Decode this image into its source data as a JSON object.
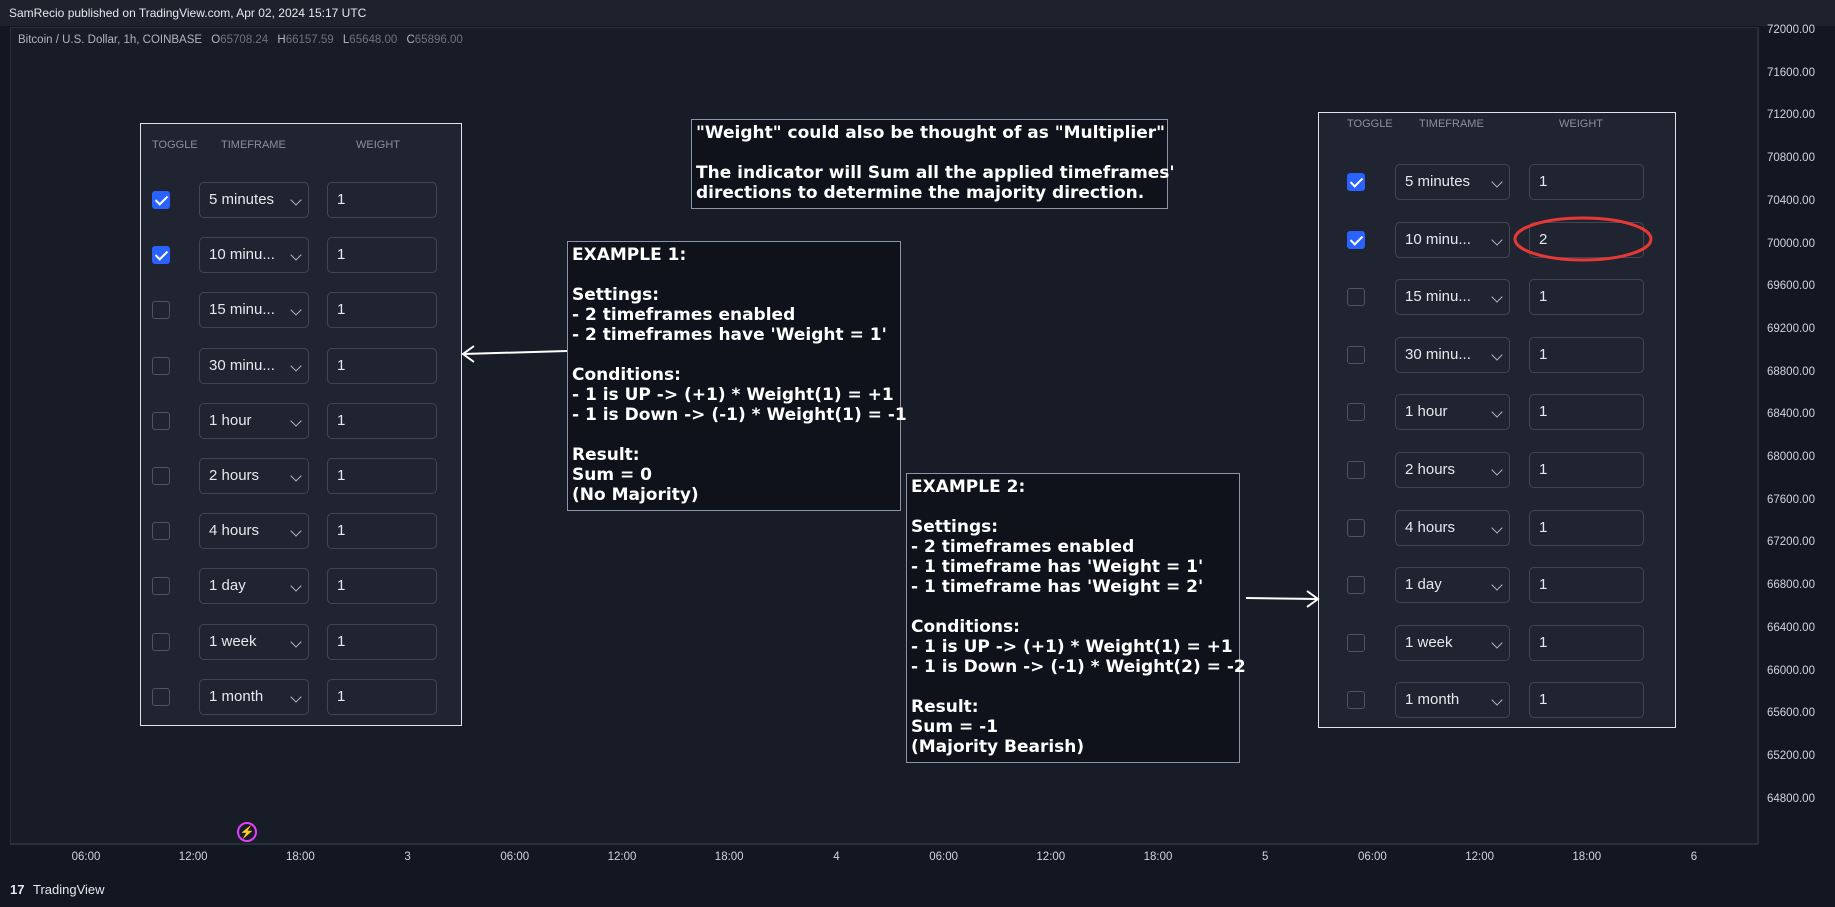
{
  "topbar": {
    "published": "SamRecio published on TradingView.com, Apr 02, 2024 15:17 UTC"
  },
  "symbol": {
    "name": "Bitcoin / U.S. Dollar, 1h, COINBASE",
    "open_label": "O",
    "open": "65708.24",
    "high_label": "H",
    "high": "66157.59",
    "low_label": "L",
    "low": "65648.00",
    "close_label": "C",
    "close": "65896.00"
  },
  "price_ticks": [
    "72000.00",
    "71600.00",
    "71200.00",
    "70800.00",
    "70400.00",
    "70000.00",
    "69600.00",
    "69200.00",
    "68800.00",
    "68400.00",
    "68000.00",
    "67600.00",
    "67200.00",
    "66800.00",
    "66400.00",
    "66000.00",
    "65600.00",
    "65200.00",
    "64800.00"
  ],
  "time_ticks": [
    "06:00",
    "12:00",
    "18:00",
    "3",
    "06:00",
    "12:00",
    "18:00",
    "4",
    "06:00",
    "12:00",
    "18:00",
    "5",
    "06:00",
    "12:00",
    "18:00",
    "6"
  ],
  "footer": {
    "brand": "TradingView",
    "logo": "17"
  },
  "left_panel": {
    "headers": {
      "toggle": "TOGGLE",
      "timeframe": "TIMEFRAME",
      "weight": "WEIGHT"
    },
    "rows": [
      {
        "checked": true,
        "timeframe": "5 minutes",
        "weight": "1"
      },
      {
        "checked": true,
        "timeframe": "10 minu...",
        "weight": "1"
      },
      {
        "checked": false,
        "timeframe": "15 minu...",
        "weight": "1"
      },
      {
        "checked": false,
        "timeframe": "30 minu...",
        "weight": "1"
      },
      {
        "checked": false,
        "timeframe": "1 hour",
        "weight": "1"
      },
      {
        "checked": false,
        "timeframe": "2 hours",
        "weight": "1"
      },
      {
        "checked": false,
        "timeframe": "4 hours",
        "weight": "1"
      },
      {
        "checked": false,
        "timeframe": "1 day",
        "weight": "1"
      },
      {
        "checked": false,
        "timeframe": "1 week",
        "weight": "1"
      },
      {
        "checked": false,
        "timeframe": "1 month",
        "weight": "1"
      }
    ]
  },
  "right_panel": {
    "headers": {
      "toggle": "TOGGLE",
      "timeframe": "TIMEFRAME",
      "weight": "WEIGHT"
    },
    "rows": [
      {
        "checked": true,
        "timeframe": "5 minutes",
        "weight": "1"
      },
      {
        "checked": true,
        "timeframe": "10 minu...",
        "weight": "2"
      },
      {
        "checked": false,
        "timeframe": "15 minu...",
        "weight": "1"
      },
      {
        "checked": false,
        "timeframe": "30 minu...",
        "weight": "1"
      },
      {
        "checked": false,
        "timeframe": "1 hour",
        "weight": "1"
      },
      {
        "checked": false,
        "timeframe": "2 hours",
        "weight": "1"
      },
      {
        "checked": false,
        "timeframe": "4 hours",
        "weight": "1"
      },
      {
        "checked": false,
        "timeframe": "1 day",
        "weight": "1"
      },
      {
        "checked": false,
        "timeframe": "1 week",
        "weight": "1"
      },
      {
        "checked": false,
        "timeframe": "1 month",
        "weight": "1"
      }
    ]
  },
  "notes": {
    "weight_note": "\"Weight\" could also be thought of as \"Multiplier\"\n\nThe indicator will Sum all the applied timeframes'\ndirections to determine the majority direction.",
    "example1": "EXAMPLE 1:\n\nSettings:\n- 2 timeframes enabled\n- 2 timeframes have 'Weight = 1'\n\nConditions:\n- 1 is UP -> (+1) * Weight(1) = +1\n- 1 is Down -> (-1) * Weight(1) = -1\n\nResult:\nSum = 0\n(No Majority)",
    "example2": "EXAMPLE 2:\n\nSettings:\n- 2 timeframes enabled\n- 1 timeframe has 'Weight = 1'\n- 1 timeframe has 'Weight = 2'\n\nConditions:\n- 1 is UP -> (+1) * Weight(1) = +1\n- 1 is Down -> (-1) * Weight(2) = -2\n\nResult:\nSum = -1\n(Majority Bearish)"
  },
  "colors": {
    "accent": "#2962ff",
    "highlight": "#e53935",
    "background": "#131722"
  }
}
